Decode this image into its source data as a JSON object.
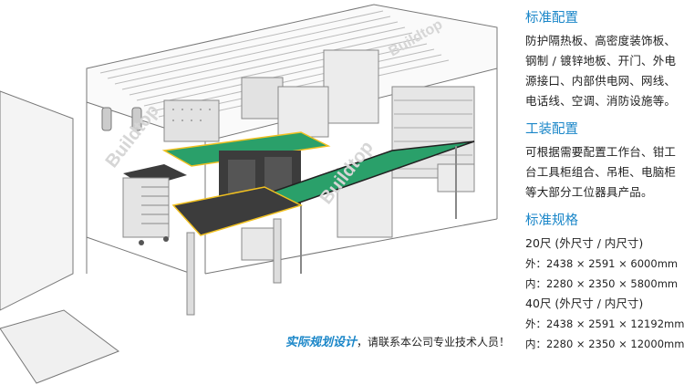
{
  "sections": [
    {
      "title": "标准配置",
      "lines": [
        "防护隔热板、高密度装饰板、",
        "钢制 / 镀锌地板、开门、外电",
        "源接口、内部供电网、网线、",
        "电话线、空调、消防设施等。"
      ]
    },
    {
      "title": "工装配置",
      "lines": [
        "可根据需要配置工作台、钳工",
        "台工具柜组合、吊柜、电脑柜",
        "等大部分工位器具产品。"
      ]
    }
  ],
  "specs": {
    "title": "标准规格",
    "lines": [
      {
        "text": "20尺 (外尺寸 / 内尺寸)",
        "dim": false
      },
      {
        "text": "外：2438 × 2591 × 6000mm",
        "dim": true
      },
      {
        "text": "内：2280 × 2350 × 5800mm",
        "dim": true
      },
      {
        "text": "40尺 (外尺寸 / 内尺寸)",
        "dim": false
      },
      {
        "text": "外：2438 × 2591 × 12192mm",
        "dim": true
      },
      {
        "text": "内：2280 × 2350 × 12000mm",
        "dim": true
      }
    ]
  },
  "caption": {
    "emphasis": "实际规划设计",
    "rest": "，请联系本公司专业技术人员！"
  },
  "watermark": "Buildtop",
  "colors": {
    "accent": "#1a86c8",
    "bench_green": "#2aa06a",
    "bench_edge": "#f0c020",
    "cabinet_dark": "#3c3c3c"
  }
}
